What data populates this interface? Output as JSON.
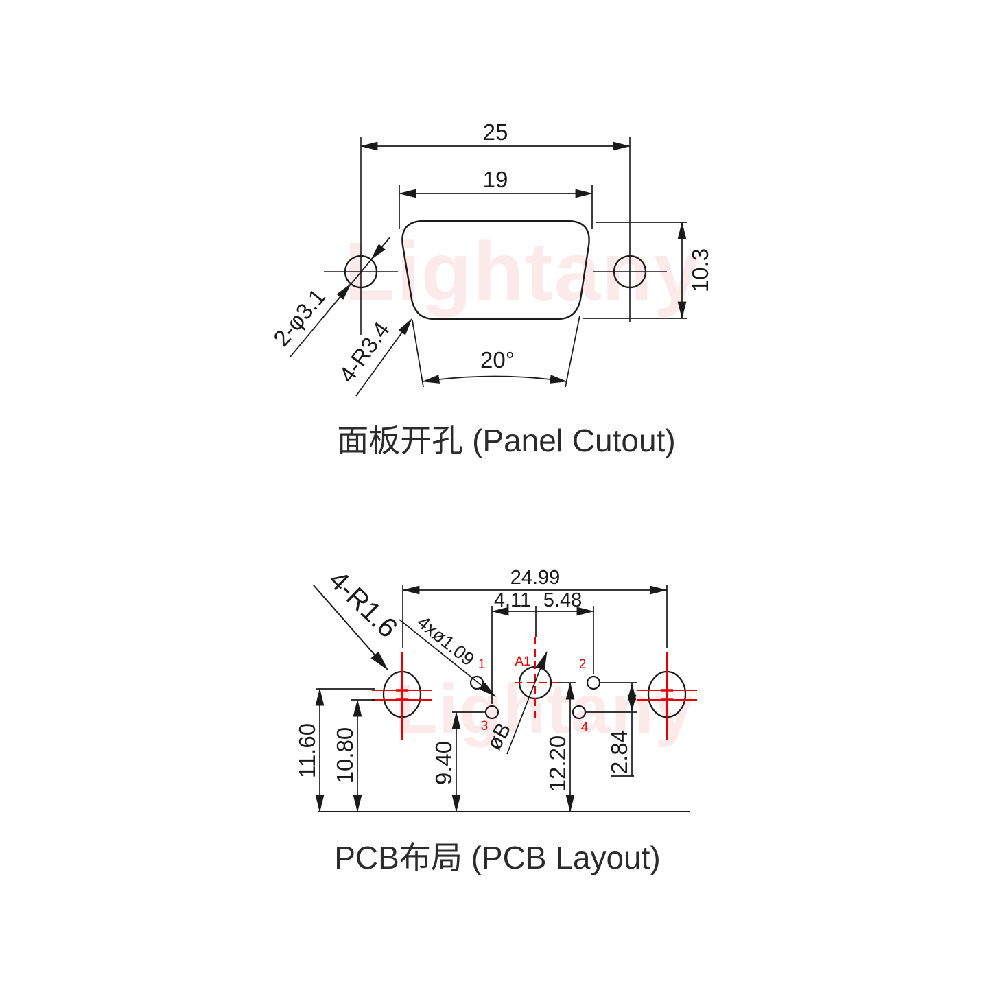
{
  "watermark": {
    "top": "Lightany",
    "bottom": "Lightany"
  },
  "panel": {
    "title": "面板开孔 (Panel Cutout)",
    "dim_width_outer": "25",
    "dim_width_inner": "19",
    "dim_height": "10.3",
    "label_mount_holes": "2-φ3.1",
    "label_corner_radius": "4-R3.4",
    "dim_angle": "20°"
  },
  "pcb": {
    "title": "PCB布局 (PCB Layout)",
    "dim_pad_span": "24.99",
    "dim_a1_to_pin3": "4.11",
    "dim_a1_to_pin2": "5.48",
    "label_pin_holes": "4xø1.09",
    "label_pad_radius": "4-R1.6",
    "label_coax_dia": "øB",
    "dim_upper_hole_height": "11.60",
    "dim_lower_hole_height": "10.80",
    "dim_row2_height": "9.40",
    "dim_row1_height": "12.20",
    "dim_row_gap": "2.84",
    "pins": {
      "p1": "1",
      "p2": "2",
      "p3": "3",
      "p4": "4",
      "a1": "A1"
    }
  },
  "colors": {
    "line": "#1a1a1a",
    "accent_red": "#e60000",
    "watermark_pink": "#fce9e9"
  }
}
